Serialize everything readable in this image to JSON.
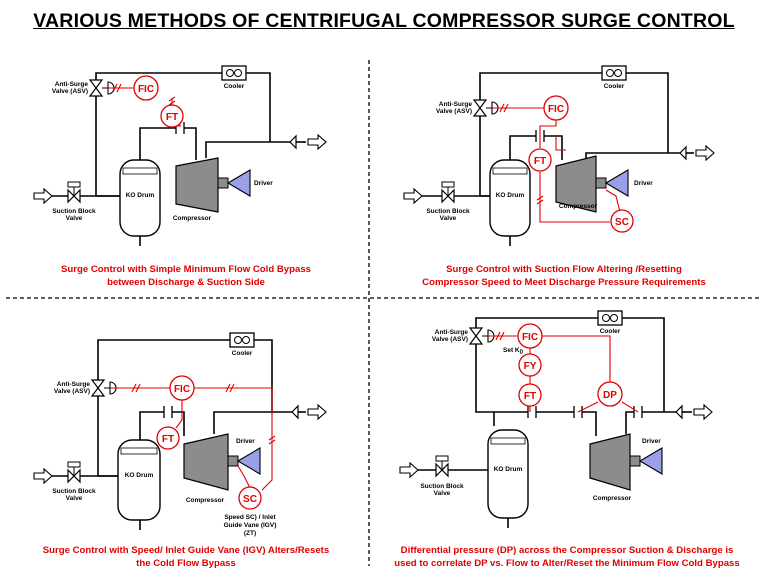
{
  "title": "VARIOUS METHODS OF CENTRIFUGAL COMPRESSOR SURGE CONTROL",
  "labels": {
    "asv_line1": "Anti-Surge",
    "asv_line2": "Valve (ASV)",
    "cooler": "Cooler",
    "ko_drum": "KO Drum",
    "compressor": "Compressor",
    "driver": "Driver",
    "suction_line1": "Suction Block",
    "suction_line2": "Valve",
    "fic": "FIC",
    "ft": "FT",
    "sc": "SC",
    "fy": "FY",
    "dp": "DP",
    "set_kd": "Set K",
    "set_kd_sub": "D",
    "sc_note_1": "Speed SC) / Inlet",
    "sc_note_2": "Guide Vane (IGV)",
    "sc_note_3": "(ZT)"
  },
  "captions": {
    "q1": [
      "Surge Control with Simple Minimum Flow Cold Bypass",
      "between Discharge & Suction Side"
    ],
    "q2": [
      "Surge Control with Suction Flow Altering /Resetting",
      "Compressor Speed to Meet Discharge Pressure Requirements"
    ],
    "q3": [
      "Surge Control with Speed/ Inlet Guide Vane (IGV) Alters/Resets",
      "the Cold Flow Bypass"
    ],
    "q4": [
      "Differential pressure (DP) across the Compressor Suction & Discharge is",
      "used to correlate DP vs. Flow to Alter/Reset the Minimum Flow Cold Bypass"
    ]
  },
  "colors": {
    "signal": "#e00000",
    "equipment": "#8c8c8c",
    "driver": "#9aa0e8",
    "line": "#000000"
  }
}
